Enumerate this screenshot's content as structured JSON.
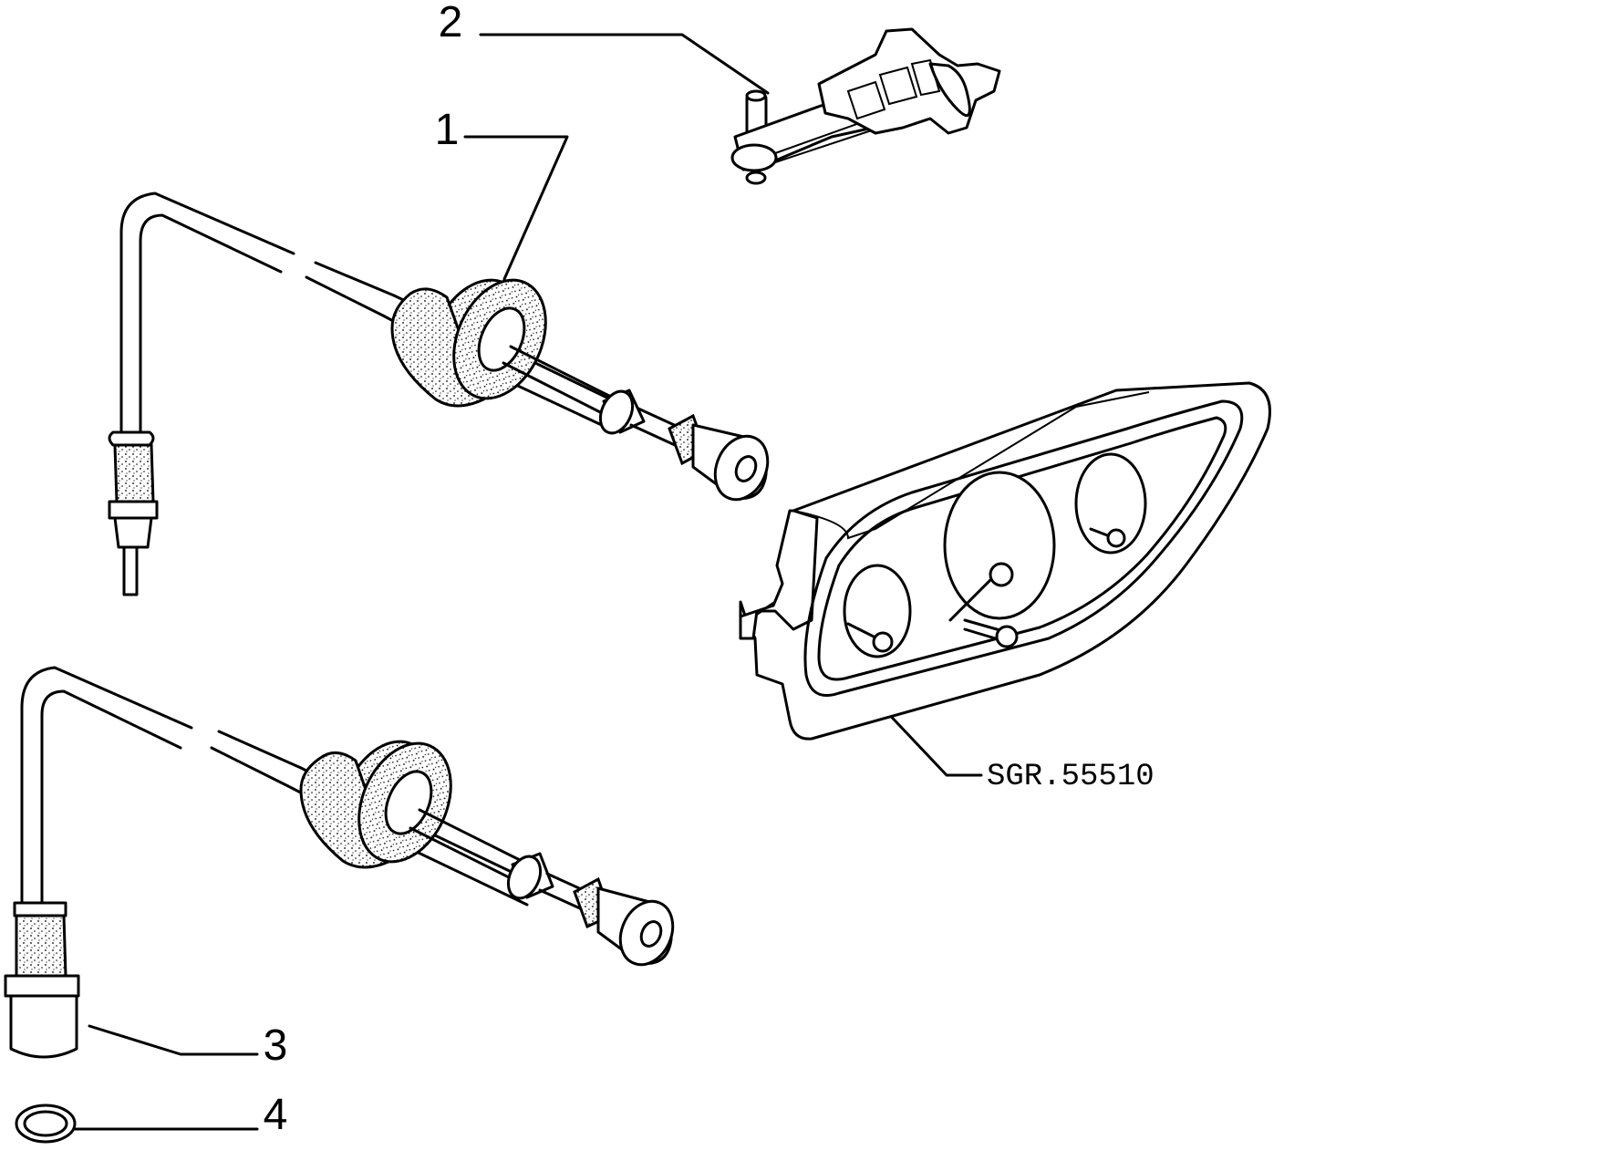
{
  "callouts": [
    {
      "id": "1",
      "text": "1"
    },
    {
      "id": "2",
      "text": "2"
    },
    {
      "id": "3",
      "text": "3"
    },
    {
      "id": "4",
      "text": "4"
    }
  ],
  "reference_code": "SGR.55510"
}
